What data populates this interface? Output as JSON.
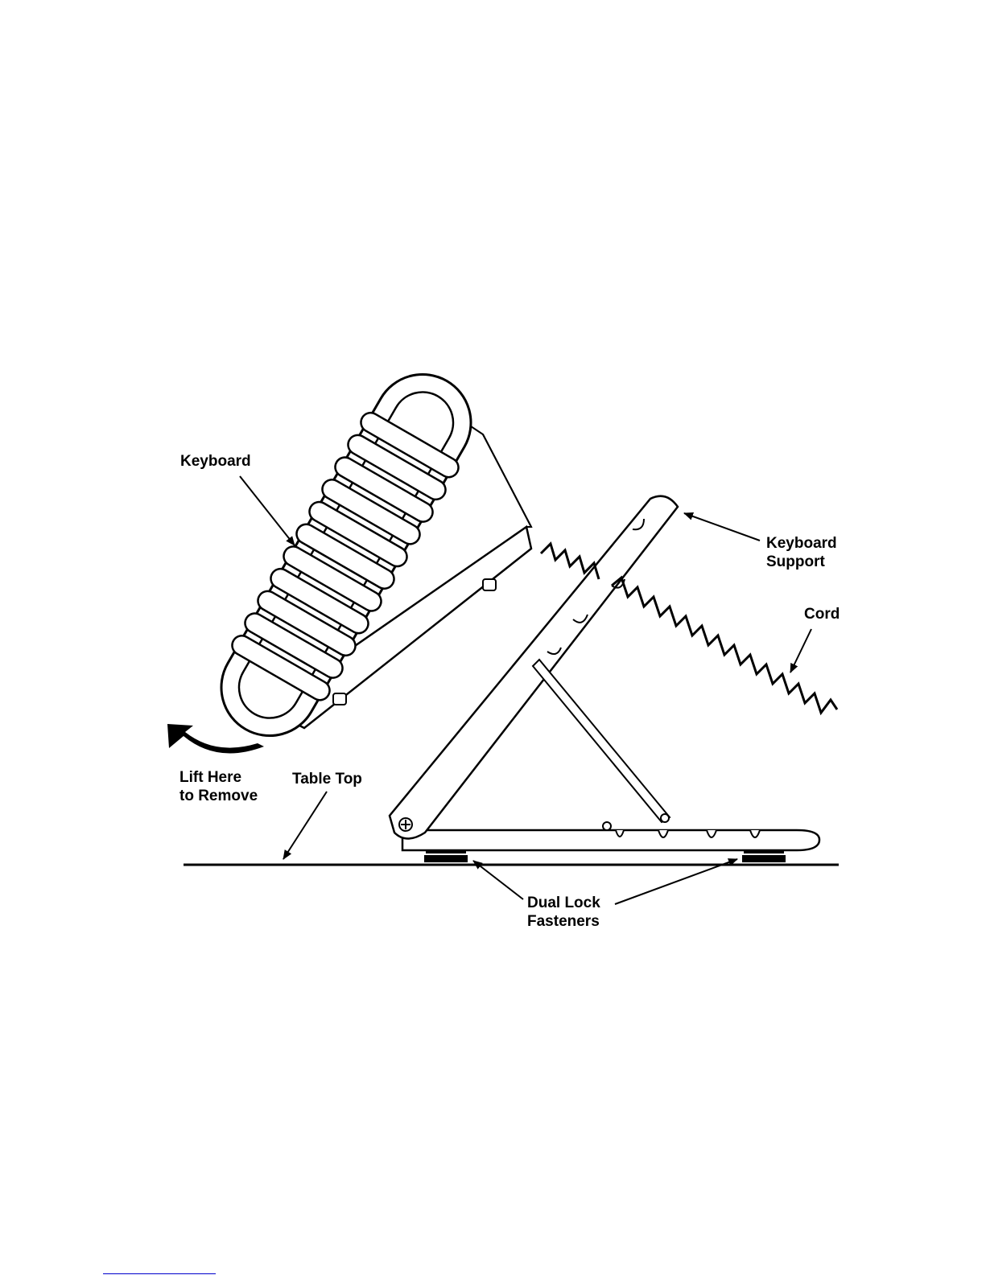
{
  "colors": {
    "ink": "#000000",
    "paper": "#ffffff",
    "footer_link": "#0000cc"
  },
  "labels": {
    "keyboard": "Keyboard",
    "keyboard_support": [
      "Keyboard",
      "Support"
    ],
    "cord": "Cord",
    "lift_here": [
      "Lift Here",
      "to Remove"
    ],
    "table_top": "Table Top",
    "dual_lock": [
      "Dual Lock",
      "Fasteners"
    ]
  }
}
